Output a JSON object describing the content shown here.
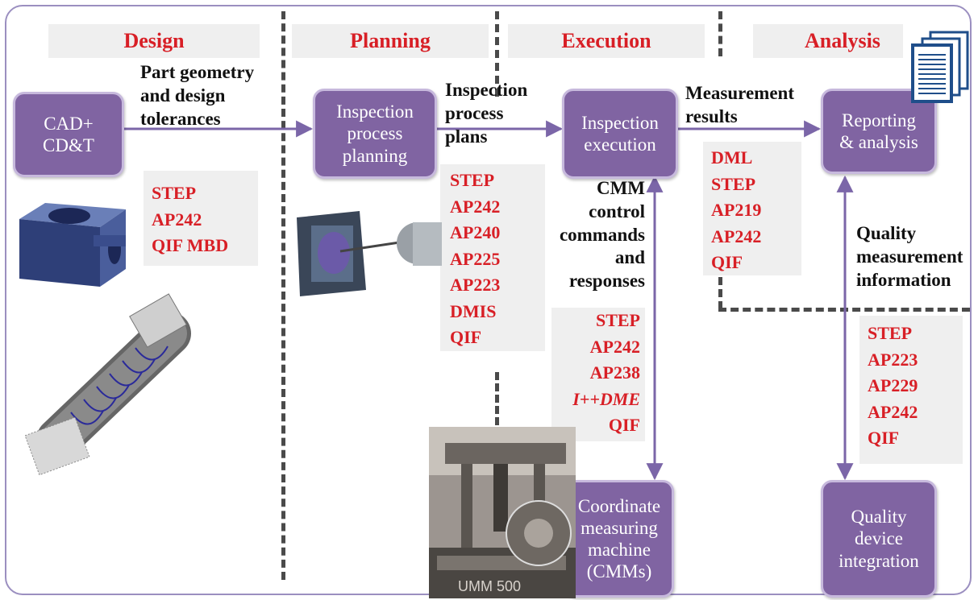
{
  "colors": {
    "phase_title": "#d81f26",
    "box_fill": "#8064a2",
    "box_border": "#c7b9dd",
    "arrow": "#7b66a8",
    "standards_text": "#d81f26"
  },
  "phases": {
    "design": "Design",
    "planning": "Planning",
    "execution": "Execution",
    "analysis": "Analysis"
  },
  "boxes": {
    "cad": [
      "CAD+",
      "CD&T"
    ],
    "planning": [
      "Inspection",
      "process",
      "planning"
    ],
    "execution": [
      "Inspection",
      "execution"
    ],
    "reporting": [
      "Reporting",
      "& analysis"
    ],
    "cmm": [
      "Coordinate",
      "measuring",
      "machine",
      "(CMMs)"
    ],
    "quality_device": [
      "Quality",
      "device",
      "integration"
    ]
  },
  "labels": {
    "part_geometry": [
      "Part geometry",
      "and design",
      "tolerances"
    ],
    "inspection_plans": [
      "Inspection",
      "process",
      "plans"
    ],
    "measurement_results": [
      "Measurement",
      "results"
    ],
    "cmm_commands": [
      "CMM",
      "control",
      "commands",
      "and",
      "responses"
    ],
    "quality_info": [
      "Quality",
      "measurement",
      "information"
    ]
  },
  "standards": {
    "design": [
      "STEP",
      "AP242",
      "QIF MBD"
    ],
    "planning": [
      "STEP",
      "AP242",
      "AP240",
      "AP225",
      "AP223",
      "DMIS",
      "QIF"
    ],
    "execution": [
      "STEP",
      "AP242",
      "AP238",
      "I++DME",
      "QIF"
    ],
    "results": [
      "DML",
      "STEP",
      "AP219",
      "AP242",
      "QIF"
    ],
    "quality": [
      "STEP",
      "AP223",
      "AP229",
      "AP242",
      "QIF"
    ]
  },
  "icons": {
    "report": "document-stack-icon",
    "part": "cad-part-icon",
    "cylinder": "cad-assembly-icon",
    "probe": "inspection-probe-icon",
    "cmm_photo": "cmm-photo-icon"
  },
  "photo_text": "UMM 500"
}
